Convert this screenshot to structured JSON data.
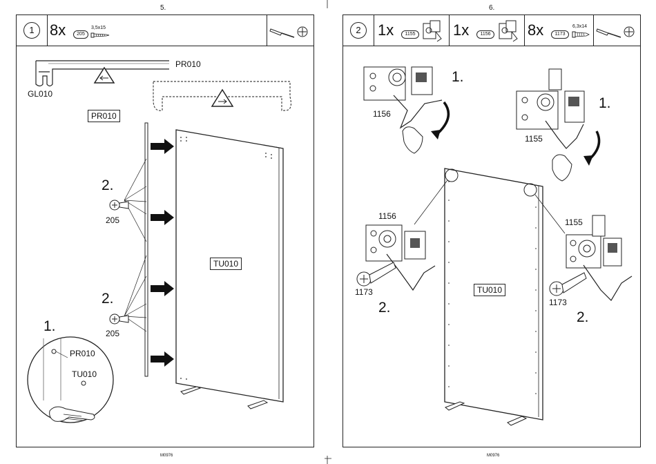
{
  "page_left": {
    "page_number": "5.",
    "step": "1",
    "parts": {
      "qty": "8x",
      "code": "205",
      "dim": "3,5x15"
    },
    "labels": {
      "pr010_top": "PR010",
      "gl010": "GL010",
      "pr010_box": "PR010",
      "tu010_box": "TU010",
      "step2a": "2.",
      "screw_a": "205",
      "step2b": "2.",
      "screw_b": "205",
      "step1": "1.",
      "detail_pr010": "PR010",
      "detail_tu010": "TU010"
    },
    "footer": "M0976"
  },
  "page_right": {
    "page_number": "6.",
    "step": "2",
    "parts": [
      {
        "qty": "1x",
        "code": "1155"
      },
      {
        "qty": "1x",
        "code": "1156"
      },
      {
        "qty": "8x",
        "code": "1173",
        "dim": "6,3x14"
      }
    ],
    "labels": {
      "step1_left": "1.",
      "code_1156_top": "1156",
      "step1_right": "1.",
      "code_1155_top": "1155",
      "code_1156_mid": "1156",
      "code_1173_left": "1173",
      "step2_left": "2.",
      "code_1155_mid": "1155",
      "code_1173_right": "1173",
      "step2_right": "2.",
      "tu010_box": "TU010"
    },
    "footer": "M0976"
  },
  "icons": [
    "screwdriver-icon",
    "screw-head-icon",
    "warning-triangle-icon",
    "hand-icon",
    "hinge-icon",
    "arrow-icon"
  ]
}
